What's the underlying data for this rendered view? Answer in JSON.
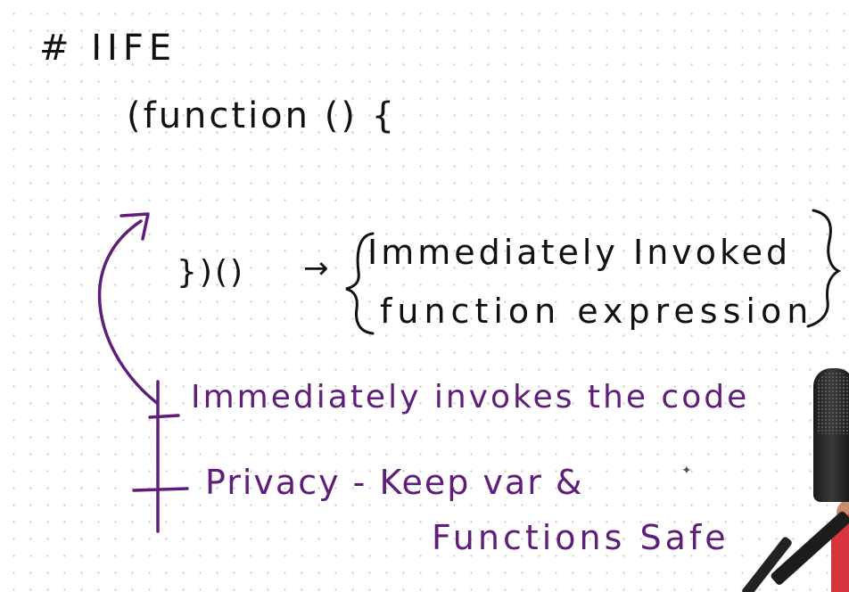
{
  "title": "# IIFE",
  "code": {
    "open": "(function () {",
    "close": "})()"
  },
  "arrow": "→",
  "expansion": {
    "line1": "Immediately Invoked",
    "line2": "function expression"
  },
  "points": {
    "one": "Immediately invokes the code",
    "two_a": "Privacy - Keep var &",
    "two_b": "Functions Safe"
  },
  "colors": {
    "ink_black": "#111111",
    "ink_purple": "#5e1e79",
    "background": "#ffffff",
    "grid_dot": "#c9c9c9"
  },
  "icons": {
    "microphone": "microphone-icon",
    "sparkle": "sparkle-icon"
  }
}
